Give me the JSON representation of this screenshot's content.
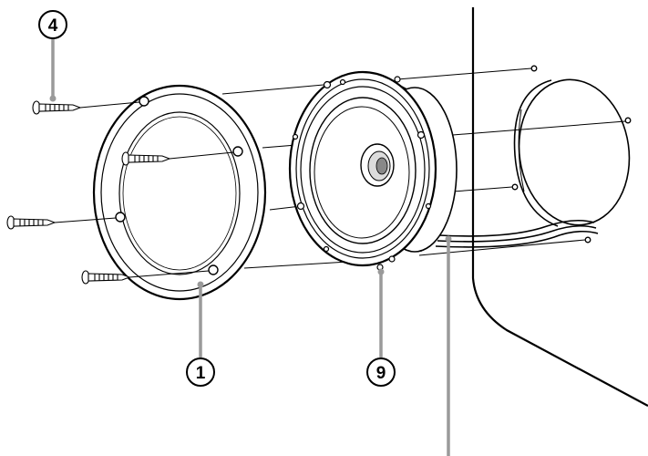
{
  "callouts": [
    {
      "number": "4",
      "part": "screw"
    },
    {
      "number": "1",
      "part": "grille"
    },
    {
      "number": "9",
      "part": "speaker"
    }
  ],
  "colors": {
    "line": "#000000",
    "leader": "#9a9a9a",
    "background": "#ffffff"
  }
}
